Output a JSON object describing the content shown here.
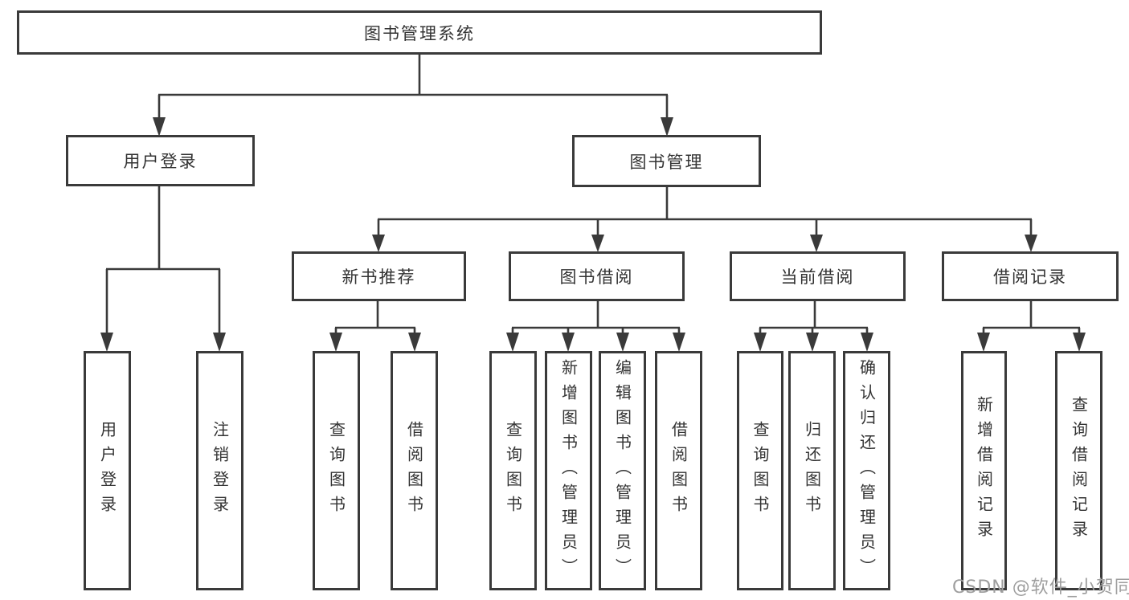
{
  "diagram_title": "图书管理系统",
  "tree": {
    "root": {
      "label": "图书管理系统"
    },
    "level2": [
      {
        "id": "user-login-group",
        "label": "用户登录"
      },
      {
        "id": "book-management",
        "label": "图书管理"
      }
    ],
    "level3": [
      {
        "id": "new-book-recommend",
        "label": "新书推荐",
        "parent": "book-management"
      },
      {
        "id": "book-borrowing",
        "label": "图书借阅",
        "parent": "book-management"
      },
      {
        "id": "current-borrowing",
        "label": "当前借阅",
        "parent": "book-management"
      },
      {
        "id": "borrowing-records",
        "label": "借阅记录",
        "parent": "book-management"
      }
    ],
    "leaves": [
      {
        "id": "user-login",
        "label": "用户登录",
        "parent": "user-login-group"
      },
      {
        "id": "logout",
        "label": "注销登录",
        "parent": "user-login-group"
      },
      {
        "id": "query-books-recommend",
        "label": "查询图书",
        "parent": "new-book-recommend"
      },
      {
        "id": "borrow-books-recommend",
        "label": "借阅图书",
        "parent": "new-book-recommend"
      },
      {
        "id": "query-books-borrowing",
        "label": "查询图书",
        "parent": "book-borrowing"
      },
      {
        "id": "add-books-admin",
        "label": "新增图书（管理员）",
        "parent": "book-borrowing"
      },
      {
        "id": "edit-books-admin",
        "label": "编辑图书（管理员）",
        "parent": "book-borrowing"
      },
      {
        "id": "borrow-books",
        "label": "借阅图书",
        "parent": "book-borrowing"
      },
      {
        "id": "query-books-current",
        "label": "查询图书",
        "parent": "current-borrowing"
      },
      {
        "id": "return-books",
        "label": "归还图书",
        "parent": "current-borrowing"
      },
      {
        "id": "confirm-return-admin",
        "label": "确认归还（管理员）",
        "parent": "current-borrowing"
      },
      {
        "id": "add-borrow-record",
        "label": "新增借阅记录",
        "parent": "borrowing-records"
      },
      {
        "id": "query-borrow-record",
        "label": "查询借阅记录",
        "parent": "borrowing-records"
      }
    ]
  },
  "watermark": "CSDN @软件_小贺同学",
  "colors": {
    "line": "#3a3a3a",
    "box_border": "#3a3a3a",
    "text": "#333333",
    "watermark": "#9e9e9e",
    "background": "#ffffff"
  }
}
